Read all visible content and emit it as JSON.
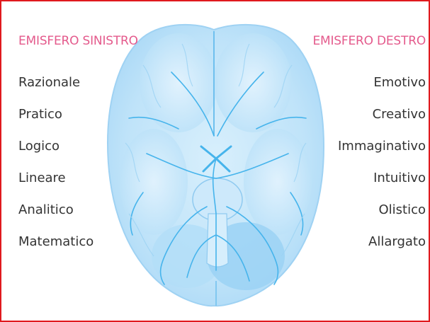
{
  "headings": {
    "left": "EMISFERO SINISTRO",
    "right": "EMISFERO DESTRO"
  },
  "left_traits": [
    "Razionale",
    "Pratico",
    "Logico",
    "Lineare",
    "Analitico",
    "Matematico"
  ],
  "right_traits": [
    "Emotivo",
    "Creativo",
    "Immaginativo",
    "Intuitivo",
    "Olistico",
    "Allargato"
  ],
  "colors": {
    "frame_border": "#e0191e",
    "heading": "#e45a8c",
    "text": "#333333",
    "brain_fill": "#c8e8fb",
    "brain_fill_light": "#e6f4fd",
    "brain_vessels": "#46b4ec"
  },
  "icons": {
    "illustration": "brain-inferior-view"
  }
}
